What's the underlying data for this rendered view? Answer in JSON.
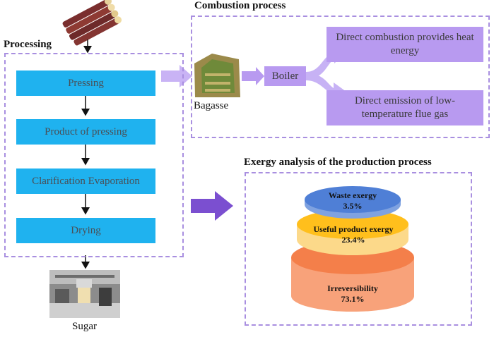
{
  "processing": {
    "title": "Processing",
    "steps": [
      "Pressing",
      "Product of pressing",
      "Clarification Evaporation",
      "Drying"
    ],
    "output_label": "Sugar"
  },
  "combustion": {
    "title": "Combustion process",
    "bagasse_label": "Bagasse",
    "boiler_label": "Boiler",
    "outcomes": [
      "Direct combustion provides heat energy",
      "Direct emission of low-temperature flue gas"
    ]
  },
  "exergy": {
    "title": "Exergy analysis of the production process",
    "layers": [
      {
        "label": "Waste exergy",
        "value": "3.5%",
        "color": "#4f7fd6"
      },
      {
        "label": "Useful product exergy",
        "value": "23.4%",
        "color": "#ffbf1c"
      },
      {
        "label": "Irreversibility",
        "value": "73.1%",
        "color": "#f47f4a"
      }
    ]
  },
  "colors": {
    "step_fill": "#1fb2ef",
    "purple": "#b89af0",
    "dashed_border": "#a98fe0",
    "big_arrow": "#7b4fd0"
  }
}
